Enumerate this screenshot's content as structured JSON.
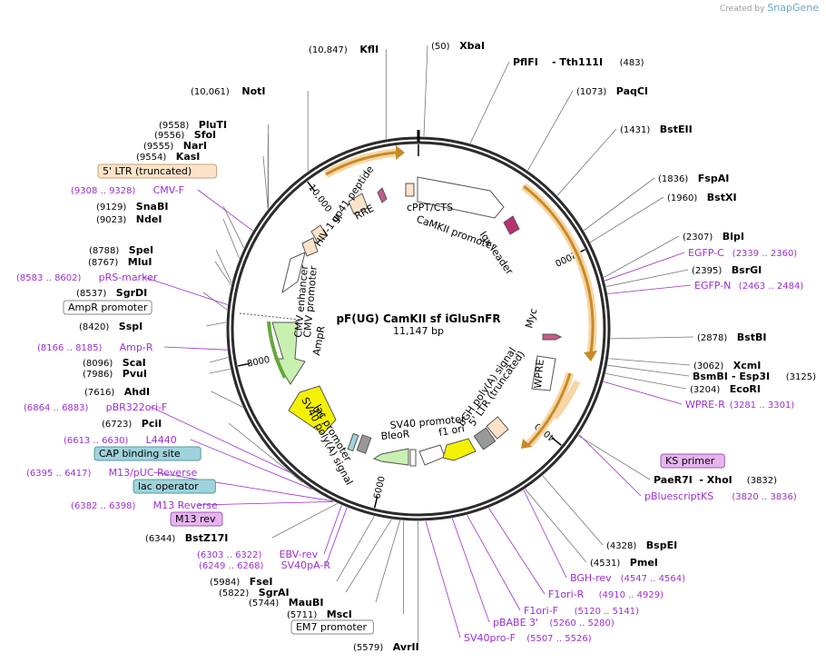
{
  "credit": {
    "prefix": "Created by",
    "brand": "SnapGene"
  },
  "plasmid": {
    "name": "pF(UG) CamKII sf iGluSnFR",
    "size_label": "11,147 bp",
    "length": 11147
  },
  "ticks": [
    {
      "bp": 0,
      "label": ""
    },
    {
      "bp": 2000,
      "label": "2000"
    },
    {
      "bp": 4000,
      "label": "4000"
    },
    {
      "bp": 6000,
      "label": "6000"
    },
    {
      "bp": 8000,
      "label": "8000"
    },
    {
      "bp": 10000,
      "label": "10,000"
    }
  ],
  "colors": {
    "enzyme": "#000000",
    "primer": "#9b2fcf",
    "backbone": "#333333",
    "orf": "#f4a636",
    "amp": "#c8f0b0",
    "ori": "#f5f200"
  },
  "enzymes": [
    {
      "pos": "(10,847)",
      "name": "KflI"
    },
    {
      "pos": "(50)",
      "name": "XbaI"
    },
    {
      "pos": "",
      "name": "PflFI",
      "name2": "- Tth111I",
      "pos2": "(483)"
    },
    {
      "pos": "(1073)",
      "name": "PaqCI"
    },
    {
      "pos": "(1431)",
      "name": "BstEII"
    },
    {
      "pos": "(1836)",
      "name": "FspAI"
    },
    {
      "pos": "(1960)",
      "name": "BstXI"
    },
    {
      "pos": "(2307)",
      "name": "BlpI"
    },
    {
      "pos": "(2395)",
      "name": "BsrGI"
    },
    {
      "pos": "(2878)",
      "name": "BstBI"
    },
    {
      "pos": "(3062)",
      "name": "XcmI"
    },
    {
      "pos": "",
      "name": "BsmBI",
      "name2": "- Esp3I",
      "pos2": "(3125)"
    },
    {
      "pos": "(3204)",
      "name": "EcoRI"
    },
    {
      "pos": "",
      "name": "PaeR7I",
      "name2": "- XhoI",
      "pos2": "(3832)"
    },
    {
      "pos": "(4328)",
      "name": "BspEI"
    },
    {
      "pos": "(4531)",
      "name": "PmeI"
    },
    {
      "pos": "(5579)",
      "name": "AvrII"
    },
    {
      "pos": "(5711)",
      "name": "MscI"
    },
    {
      "pos": "(5744)",
      "name": "MauBI"
    },
    {
      "pos": "(5822)",
      "name": "SgrAI"
    },
    {
      "pos": "(5984)",
      "name": "FseI"
    },
    {
      "pos": "(6344)",
      "name": "BstZ17I"
    },
    {
      "pos": "(6723)",
      "name": "PciI"
    },
    {
      "pos": "(7616)",
      "name": "AhdI"
    },
    {
      "pos": "(7986)",
      "name": "PvuI"
    },
    {
      "pos": "(8096)",
      "name": "ScaI"
    },
    {
      "pos": "(8420)",
      "name": "SspI"
    },
    {
      "pos": "(8537)",
      "name": "SgrDI"
    },
    {
      "pos": "(8767)",
      "name": "MluI"
    },
    {
      "pos": "(8788)",
      "name": "SpeI"
    },
    {
      "pos": "(9023)",
      "name": "NdeI"
    },
    {
      "pos": "(9129)",
      "name": "SnaBI"
    },
    {
      "pos": "(9554)",
      "name": "KasI"
    },
    {
      "pos": "(9555)",
      "name": "NarI"
    },
    {
      "pos": "(9556)",
      "name": "SfoI"
    },
    {
      "pos": "(9558)",
      "name": "PluTI"
    },
    {
      "pos": "(10,061)",
      "name": "NotI"
    }
  ],
  "primers": [
    {
      "name": "EGFP-C",
      "range": "(2339 .. 2360)"
    },
    {
      "name": "EGFP-N",
      "range": "(2463 .. 2484)"
    },
    {
      "name": "WPRE-R",
      "range": "(3281 .. 3301)"
    },
    {
      "name": "pBluescriptKS",
      "range": "(3820 .. 3836)"
    },
    {
      "name": "BGH-rev",
      "range": "(4547 .. 4564)"
    },
    {
      "name": "F1ori-R",
      "range": "(4910 .. 4929)"
    },
    {
      "name": "F1ori-F",
      "range": "(5120 .. 5141)"
    },
    {
      "name": "pBABE 3'",
      "range": "(5260 .. 5280)"
    },
    {
      "name": "SV40pro-F",
      "range": "(5507 .. 5526)"
    },
    {
      "name": "SV40pA-R",
      "range": "(6249 .. 6268)"
    },
    {
      "name": "EBV-rev",
      "range": "(6303 .. 6322)"
    },
    {
      "name": "M13 Reverse",
      "range": "(6382 .. 6398)"
    },
    {
      "name": "M13/pUC Reverse",
      "range": "(6395 .. 6417)"
    },
    {
      "name": "L4440",
      "range": "(6613 .. 6630)"
    },
    {
      "name": "pBR322ori-F",
      "range": "(6864 .. 6883)"
    },
    {
      "name": "Amp-R",
      "range": "(8166 .. 8185)"
    },
    {
      "name": "pRS-marker",
      "range": "(8583 .. 8602)"
    },
    {
      "name": "CMV-F",
      "range": "(9308 .. 9328)"
    }
  ],
  "boxed_labels": [
    {
      "text": "5' LTR (truncated)",
      "fill": "#fde3c8",
      "stroke": "#c8a27a"
    },
    {
      "text": "AmpR promoter",
      "fill": "#ffffff",
      "stroke": "#888888"
    },
    {
      "text": "CAP binding site",
      "fill": "#9fd3dc",
      "stroke": "#5a9aa6"
    },
    {
      "text": "lac operator",
      "fill": "#9fd3dc",
      "stroke": "#5a9aa6"
    },
    {
      "text": "M13 rev",
      "fill": "#e8b4f0",
      "stroke": "#9b59b6"
    },
    {
      "text": "EM7 promoter",
      "fill": "#ffffff",
      "stroke": "#888888"
    },
    {
      "text": "KS primer",
      "fill": "#e8b4f0",
      "stroke": "#9b59b6"
    }
  ],
  "features": [
    {
      "label": "cPPT/CTS"
    },
    {
      "label": "CaMKII promoter"
    },
    {
      "label": "Igκ leader"
    },
    {
      "label": "RRE"
    },
    {
      "label": "gp41 peptide"
    },
    {
      "label": "HIV-1 ψ"
    },
    {
      "label": "CMV enhancer"
    },
    {
      "label": "CMV promoter"
    },
    {
      "label": "AmpR"
    },
    {
      "label": "SV40 poly(A) signal"
    },
    {
      "label": "lac promoter"
    },
    {
      "label": "ori"
    },
    {
      "label": "SV40 promoter"
    },
    {
      "label": "BleoR"
    },
    {
      "label": "f1 ori"
    },
    {
      "label": "5' LTR (truncated)"
    },
    {
      "label": "bGH poly(A) signal"
    },
    {
      "label": "WPRE"
    },
    {
      "label": "Myc"
    }
  ]
}
